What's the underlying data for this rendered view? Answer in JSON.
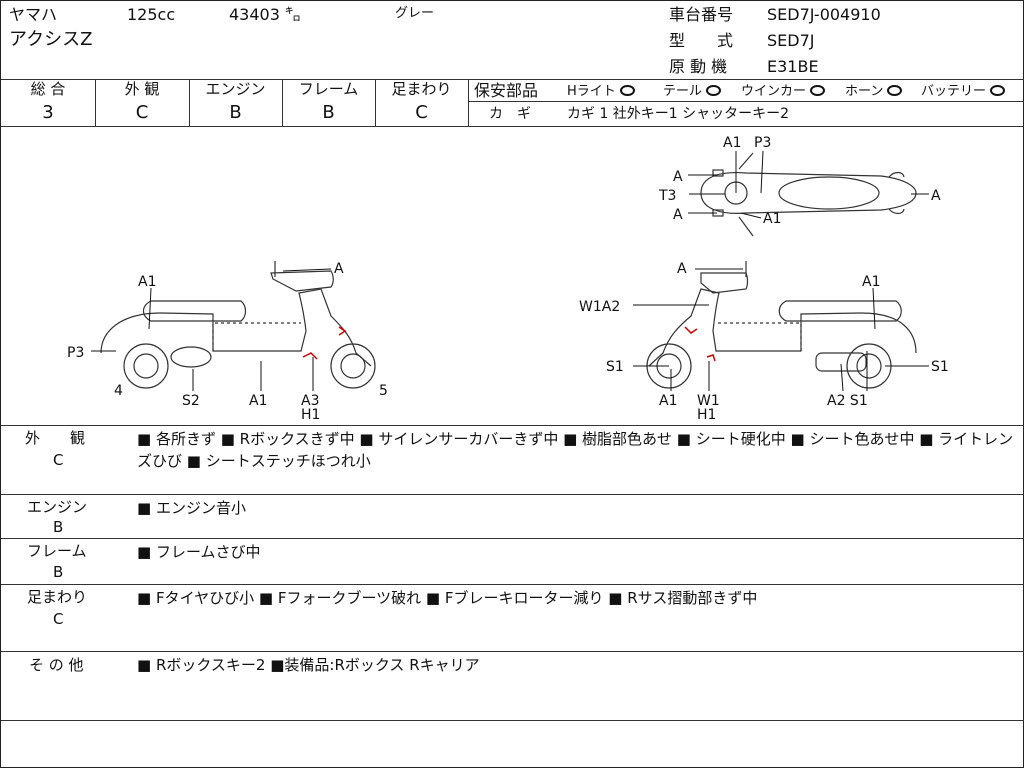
{
  "header": {
    "maker": "ヤマハ",
    "displacement": "125cc",
    "mileage": "43403 ㌔",
    "color": "グレー",
    "model_name": "アクシスZ",
    "frame_no_label": "車台番号",
    "frame_no": "SED7J-004910",
    "type_label": "型　　式",
    "type_value": "SED7J",
    "engine_label": "原 動 機",
    "engine_value": "E31BE"
  },
  "grades": [
    {
      "label": "総 合",
      "grade": "3"
    },
    {
      "label": "外 観",
      "grade": "C"
    },
    {
      "label": "エンジン",
      "grade": "B"
    },
    {
      "label": "フレーム",
      "grade": "B"
    },
    {
      "label": "足まわり",
      "grade": "C"
    }
  ],
  "safety": {
    "label": "保安部品",
    "items": [
      "Hライト",
      "テール",
      "ウインカー",
      "ホーン",
      "バッテリー"
    ],
    "key_label": "カ　ギ",
    "key_value": "カギ 1  社外キー1  シャッターキー2"
  },
  "diagram_labels": {
    "top_view": {
      "a_left_top": "A",
      "a1_top": "A1",
      "p3_top": "P3",
      "t3": "T3",
      "a_left_bottom": "A",
      "a1_bottom": "A1",
      "a_right": "A"
    },
    "left_view": {
      "a_handle": "A",
      "a1_seat": "A1",
      "p3": "P3",
      "n4": "4",
      "s2": "S2",
      "a1_floor": "A1",
      "a3": "A3",
      "h1": "H1",
      "n5": "5"
    },
    "right_view": {
      "a_handle": "A",
      "a1_seat": "A1",
      "w1a2": "W1A2",
      "s1_left": "S1",
      "s1_right": "S1",
      "a1_floor": "A1",
      "w1": "W1",
      "h1": "H1",
      "a2s1": "A2 S1"
    }
  },
  "remarks": [
    {
      "title": "外　　観",
      "grade": "C",
      "text": "■ 各所きず ■ Rボックスきず中 ■ サイレンサーカバーきず中 ■ 樹脂部色あせ ■ シート硬化中 ■ シート色あせ中 ■ ライトレンズひび ■ シートステッチほつれ小"
    },
    {
      "title": "エンジン",
      "grade": "B",
      "text": "■ エンジン音小"
    },
    {
      "title": "フレーム",
      "grade": "B",
      "text": "■ フレームさび中"
    },
    {
      "title": "足まわり",
      "grade": "C",
      "text": "■ Fタイヤひび小 ■ Fフォークブーツ破れ ■ Fブレーキローター減り ■ Rサス摺動部きず中"
    },
    {
      "title": "そ の 他",
      "grade": "",
      "text": "■ Rボックスキー2 ■装備品:Rボックス Rキャリア"
    }
  ]
}
